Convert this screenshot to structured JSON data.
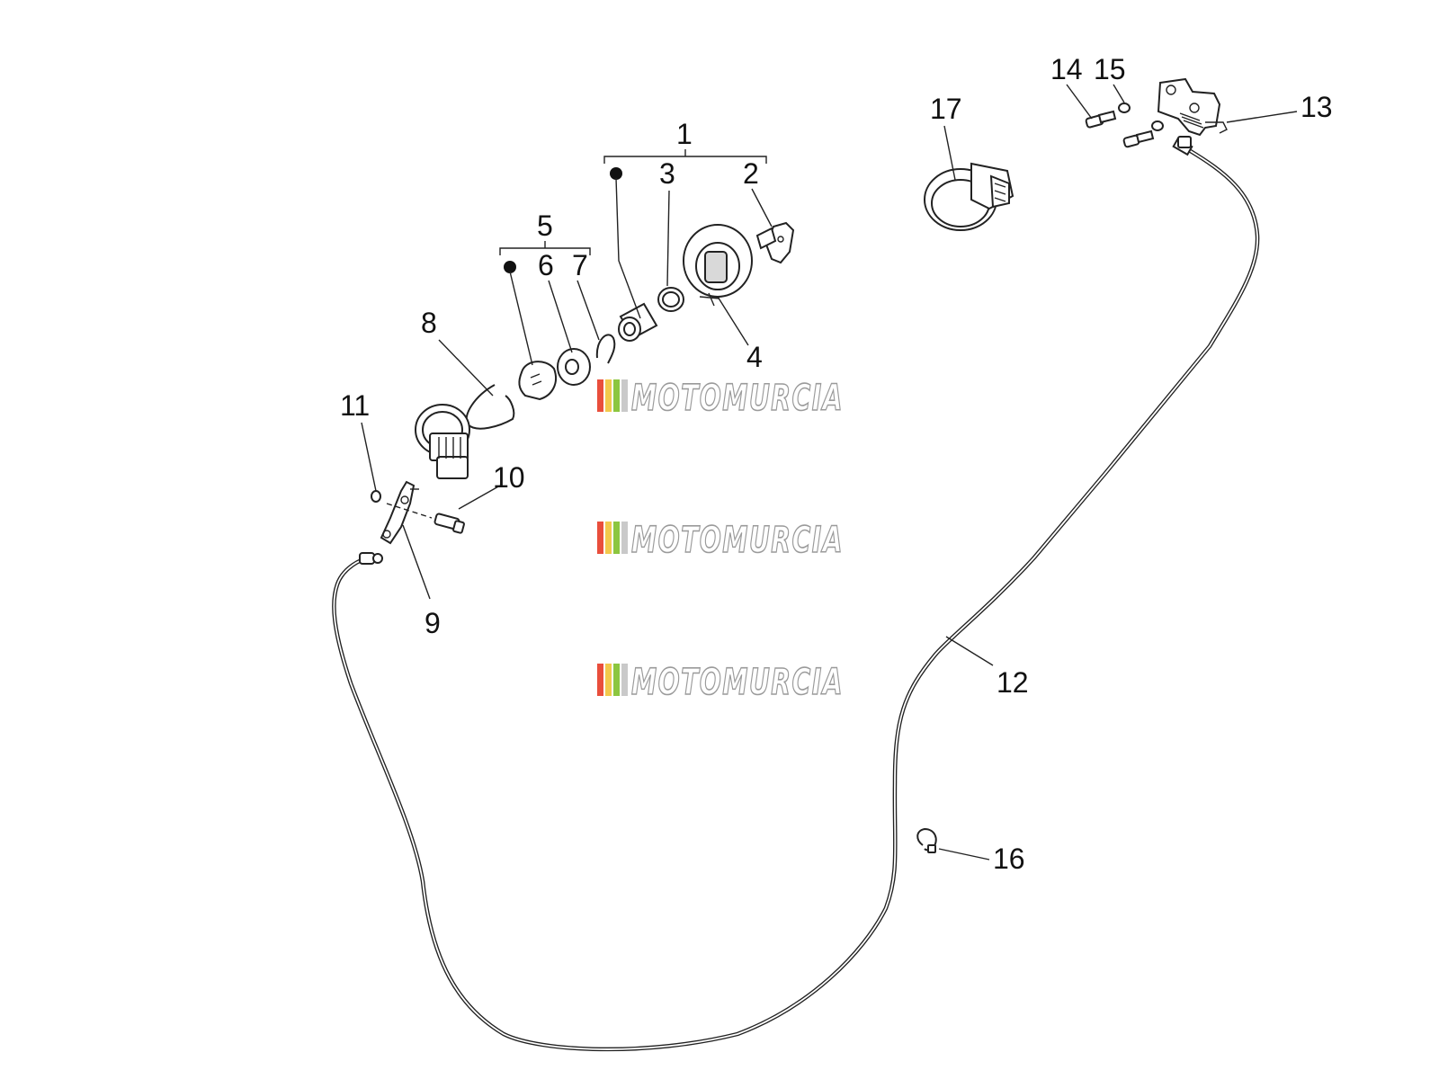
{
  "diagram": {
    "callouts": [
      "1",
      "2",
      "3",
      "4",
      "5",
      "6",
      "7",
      "8",
      "9",
      "10",
      "11",
      "12",
      "13",
      "14",
      "15",
      "16",
      "17"
    ],
    "watermark": "MOTOMURCIA",
    "watermark_colors": [
      "#e94e3c",
      "#f2c94c",
      "#8cc63f",
      "#c9c9c9"
    ]
  }
}
